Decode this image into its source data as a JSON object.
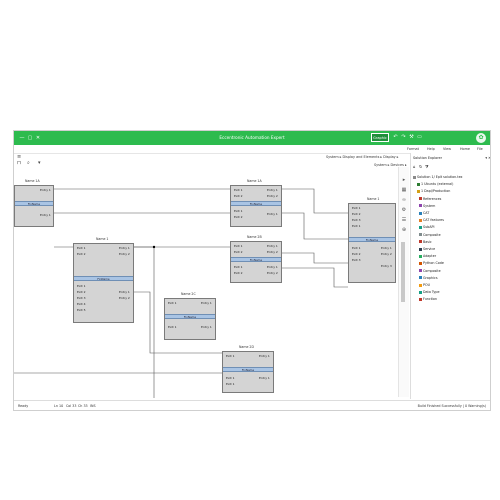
{
  "window": {
    "title": "Eccentronic Automation Expert",
    "min": "—",
    "restore": "▢",
    "close": "✕",
    "graphic_button": "Graphic"
  },
  "menu": [
    "File",
    "Home",
    "View",
    "Help",
    "Format"
  ],
  "breadcrumb": {
    "line1": "System ▸ Display and Elements ▸ Display ▸",
    "line2": "System ▸ Devices ▸"
  },
  "panel": {
    "title": "Solution Explorer",
    "close": "▾ ✕",
    "items": [
      "Solution 1/ Eplt solution.tex",
      "1 Ubuntu (external)",
      "1 Dapl/Production",
      "References",
      "System",
      "CAT",
      "CAT features",
      "SubAPI",
      "Composite",
      "Basic",
      "Service",
      "Adapter",
      "Python Code",
      "Composite",
      "Graphics",
      "POU",
      "Data Type",
      "Function"
    ]
  },
  "nodes": {
    "n1": {
      "title": "Name 1A",
      "band": "FinName",
      "in": [
        "Entry 1"
      ],
      "out": []
    },
    "n2": {
      "title": "Name 1A",
      "band": "FinName",
      "in": [
        "Entry 1",
        "Entry 2"
      ],
      "out": [
        "Exit 1",
        "Exit 2"
      ]
    },
    "n3": {
      "title": "Name 2B",
      "band": "FinName",
      "in": [
        "Entry 1",
        "Entry 2"
      ],
      "out": [
        "Exit 1",
        "Exit 2"
      ]
    },
    "n4": {
      "title": "Name 1",
      "band": "FinName",
      "in": [
        "Entry 1",
        "Entry 2"
      ],
      "out": [
        "Exit 1",
        "Exit 2",
        "Exit 3",
        "Exit 4",
        "Exit 5"
      ]
    },
    "n5": {
      "title": "Name 2C",
      "band": "FinName",
      "in": [
        "Entry 1"
      ],
      "out": [
        "Exit 1"
      ]
    },
    "n6": {
      "title": "Name 1",
      "band": "FinName",
      "in": [
        "Entry 1",
        "Entry 2",
        "Entry 3"
      ],
      "out": [
        "Exit 1",
        "Exit 2",
        "Exit 3"
      ]
    },
    "n7": {
      "title": "Name 2D",
      "band": "FinName",
      "in": [
        "Entry 1"
      ],
      "out": [
        "Exit 1"
      ]
    }
  },
  "status": {
    "left": "Ready",
    "ln": "Ln 10",
    "col": "Col 33",
    "ch": "Ch 33",
    "ins": "INS",
    "right": "Build Finished Successfully | 0 Warning(s)"
  }
}
